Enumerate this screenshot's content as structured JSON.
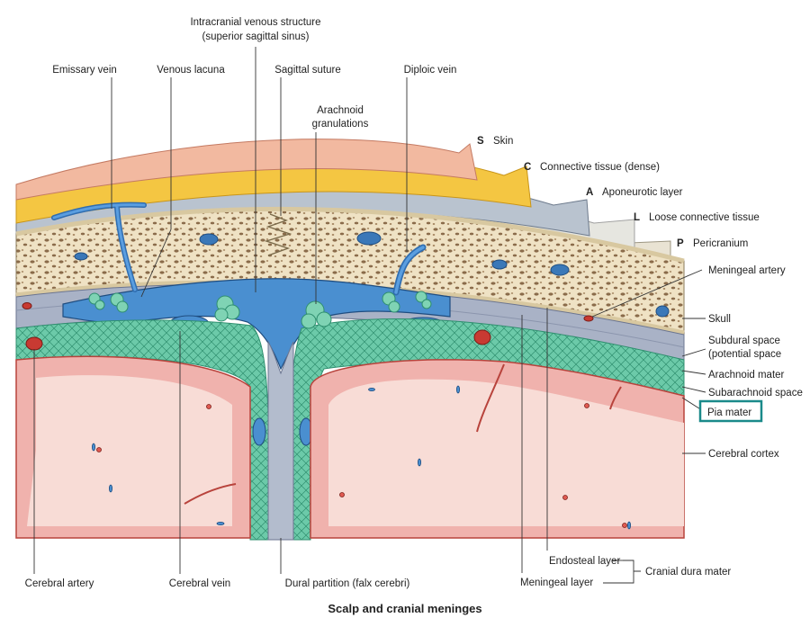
{
  "caption": "Scalp and cranial meninges",
  "colors": {
    "skin": "#f2b9a0",
    "connective_tissue": "#f4c642",
    "aponeurotic": "#b9c3cf",
    "loose_connective": "#e6e6e0",
    "pericranium": "#e9e3d3",
    "bone": "#efe2c4",
    "bone_spots": "#8a6b4a",
    "dura": "#a9b2c6",
    "arachnoid": "#5fbf9f",
    "venous": "#4a8fd0",
    "cortex": "#f0b2ad",
    "white_matter": "#f8dcd6",
    "artery": "#c83a32",
    "highlight_box": "#1a8a8a"
  },
  "labels": {
    "intracranial_venous_1": "Intracranial venous structure",
    "intracranial_venous_2": "(superior sagittal sinus)",
    "emissary_vein": "Emissary vein",
    "venous_lacuna": "Venous lacuna",
    "sagittal_suture": "Sagittal suture",
    "diploic_vein": "Diploic vein",
    "arachnoid_granulations_1": "Arachnoid",
    "arachnoid_granulations_2": "granulations",
    "layer_s_letter": "S",
    "layer_s": "Skin",
    "layer_c_letter": "C",
    "layer_c": "Connective tissue (dense)",
    "layer_a_letter": "A",
    "layer_a": "Aponeurotic layer",
    "layer_l_letter": "L",
    "layer_l": "Loose connective tissue",
    "layer_p_letter": "P",
    "layer_p": "Pericranium",
    "meningeal_artery": "Meningeal artery",
    "skull": "Skull",
    "subdural_1": "Subdural space",
    "subdural_2": "(potential space",
    "arachnoid_mater": "Arachnoid mater",
    "subarachnoid_space": "Subarachnoid space",
    "pia_mater": "Pia mater",
    "cerebral_cortex": "Cerebral cortex",
    "endosteal_layer": "Endosteal layer",
    "meningeal_layer": "Meningeal layer",
    "cranial_dura_mater": "Cranial dura mater",
    "cerebral_artery": "Cerebral artery",
    "cerebral_vein": "Cerebral vein",
    "dural_partition": "Dural partition (falx cerebri)"
  }
}
